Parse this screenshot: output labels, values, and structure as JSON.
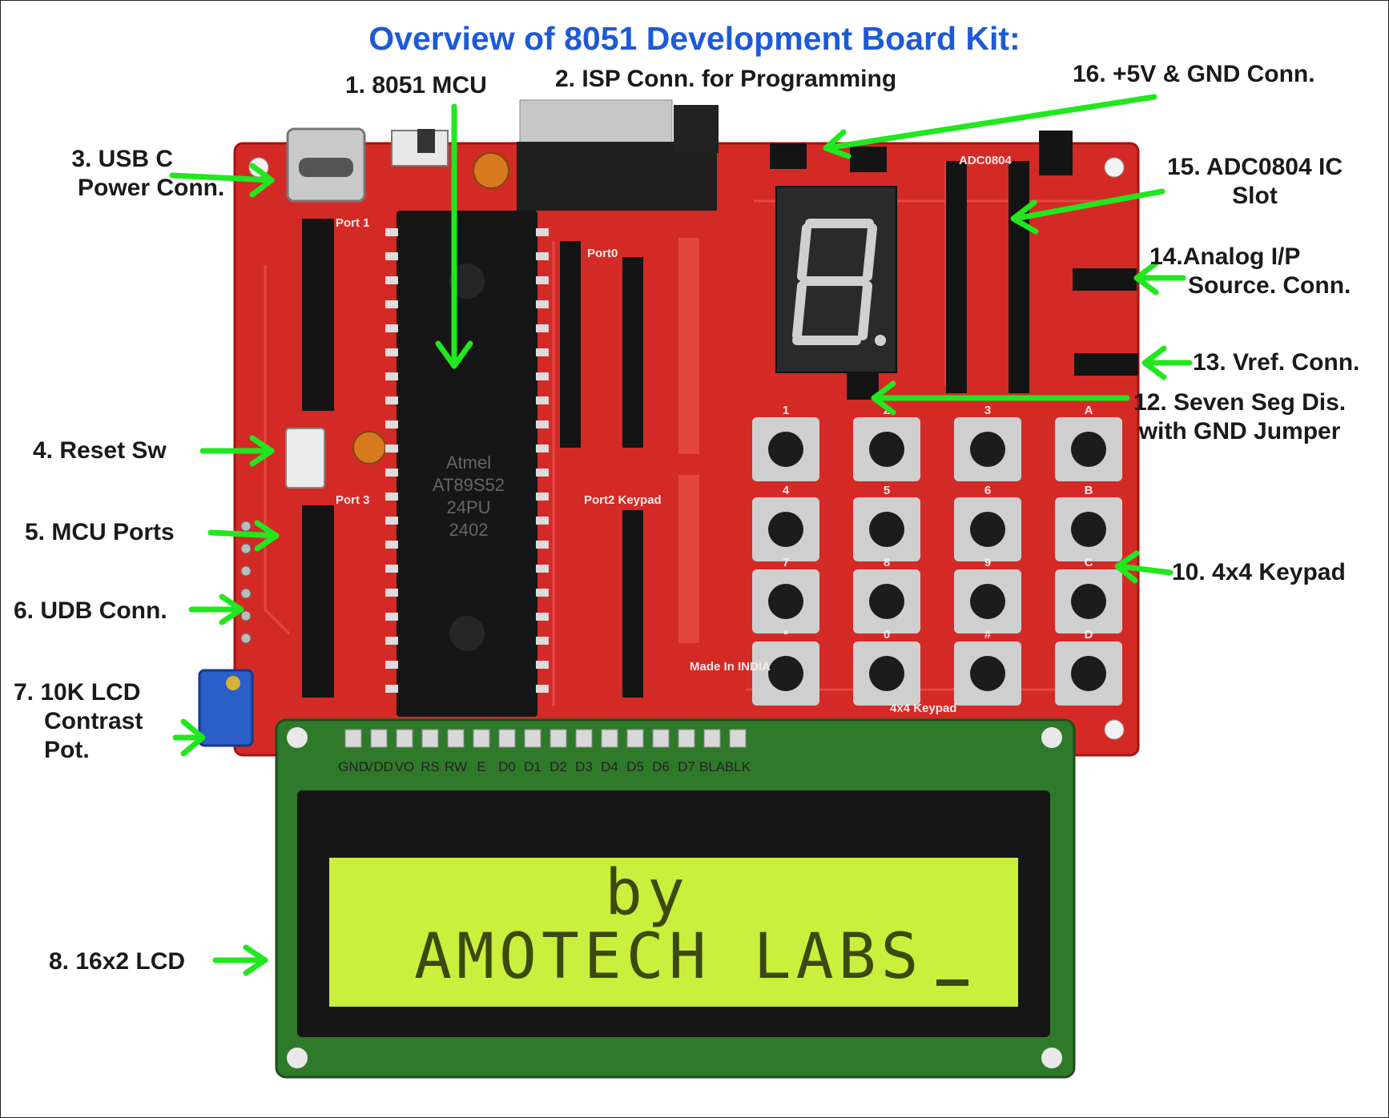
{
  "title": "Overview of 8051 Development Board Kit:",
  "callouts": {
    "mcu": [
      "1. 8051 MCU"
    ],
    "isp": [
      "2. ISP Conn. for Programming"
    ],
    "usb": [
      "3.  USB C",
      "Power Conn."
    ],
    "reset": [
      "4. Reset Sw"
    ],
    "ports": [
      "5. MCU Ports"
    ],
    "udb": [
      "6. UDB Conn."
    ],
    "pot": [
      "7. 10K LCD",
      "Contrast",
      "Pot."
    ],
    "lcd": [
      "8. 16x2 LCD"
    ],
    "keypad": [
      "10. 4x4 Keypad"
    ],
    "ssd": [
      "12. Seven Seg Dis.",
      "with GND Jumper"
    ],
    "vref": [
      "13. Vref. Conn."
    ],
    "analog": [
      "14.Analog I/P",
      "Source. Conn."
    ],
    "adc": [
      "15. ADC0804 IC",
      "Slot"
    ],
    "power": [
      "16. +5V & GND Conn."
    ]
  },
  "lcd_display": {
    "line1": "by",
    "line2": "AMOTECH LABS"
  },
  "lcd_pins": [
    "GND",
    "VDD",
    "VO",
    "RS",
    "RW",
    "E",
    "D0",
    "D1",
    "D2",
    "D3",
    "D4",
    "D5",
    "D6",
    "D7",
    "BLA",
    "BLK"
  ],
  "keypad_keys": [
    "1",
    "2",
    "3",
    "A",
    "4",
    "5",
    "6",
    "B",
    "7",
    "8",
    "9",
    "C",
    "*",
    "0",
    "#",
    "D"
  ],
  "silkscreen": {
    "port1": "Port 1",
    "port3": "Port 3",
    "port0": "Port0",
    "port2": "Port2 Keypad",
    "adc_label": "ADC0804",
    "made_in": "Made In INDIA",
    "keypad_label": "4x4 Keypad",
    "chip_text": [
      "Atmel",
      "AT89S52",
      "24PU",
      "2402"
    ]
  },
  "colors": {
    "board": "#d42a26",
    "arrow": "#22e61f",
    "title": "#1d5ad6",
    "lcd_screen": "#c8f03c",
    "lcd_pcb": "#2f7a2a"
  }
}
